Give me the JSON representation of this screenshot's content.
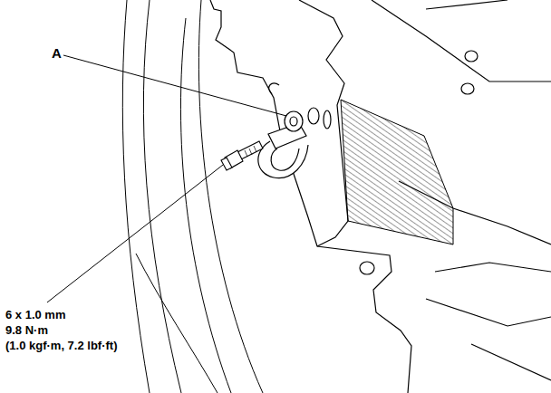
{
  "diagram": {
    "labels": [
      "A",
      "6 x 1.0 mm",
      "9.8 N·m",
      "(1.0 kgf·m, 7.2 lbf·ft)"
    ]
  }
}
